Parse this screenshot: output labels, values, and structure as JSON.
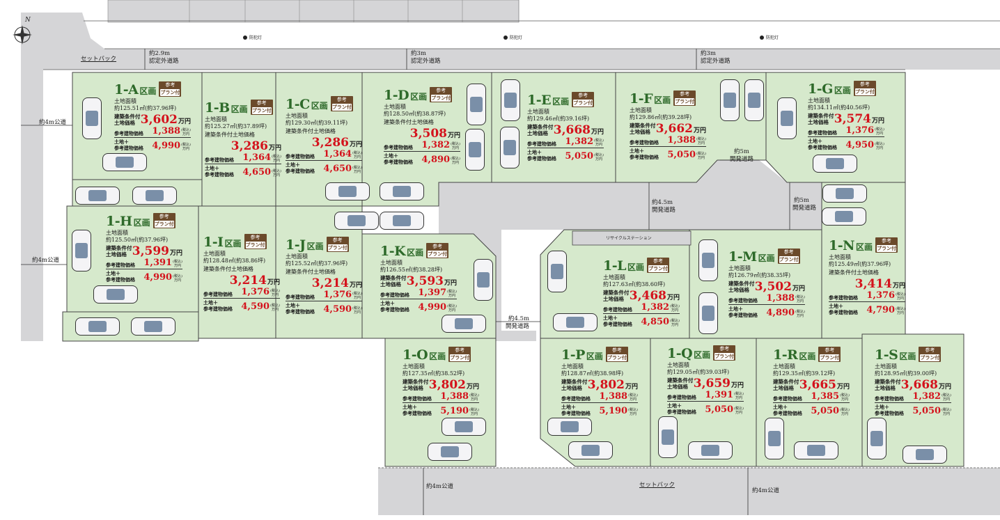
{
  "compass": {
    "label": "N"
  },
  "roads": {
    "west_road": "約4m公道",
    "south_road": "約4m公道",
    "setback": "セットバック",
    "north_road_a": [
      "約2.9m",
      "認定外道路"
    ],
    "north_road_b": [
      "約3m",
      "認定外道路"
    ],
    "development_road_45": [
      "約4.5m",
      "開発道路"
    ],
    "development_road_5": [
      "約5m",
      "開発道路"
    ],
    "street_light": "防犯灯",
    "recycle_station": "リサイクルステーション"
  },
  "common": {
    "suffix": "区画",
    "plan_badge": [
      "参考",
      "プラン付"
    ],
    "area_label": "土地面積",
    "land_price_label": [
      "建築条件付",
      "土地価格"
    ],
    "land_price_label_inline": "建築条件付土地価格",
    "building_price_label": "参考建物価格",
    "total_label": [
      "土地＋",
      "参考建物価格"
    ],
    "unit": "万円",
    "tax": [
      "(税込)",
      ""
    ]
  },
  "lots": [
    {
      "id": "1-A",
      "area": "約125.51㎡(約37.96坪)",
      "land_price": "3,602",
      "building_price": "1,388",
      "total_price": "4,990"
    },
    {
      "id": "1-B",
      "area": "約125.27㎡(約37.89坪)",
      "land_price": "3,286",
      "building_price": "1,364",
      "total_price": "4,650"
    },
    {
      "id": "1-C",
      "area": "約129.30㎡(約39.11坪)",
      "land_price": "3,286",
      "building_price": "1,364",
      "total_price": "4,650"
    },
    {
      "id": "1-D",
      "area": "約128.50㎡(約38.87坪)",
      "land_price": "3,508",
      "building_price": "1,382",
      "total_price": "4,890"
    },
    {
      "id": "1-E",
      "area": "約129.46㎡(約39.16坪)",
      "land_price": "3,668",
      "building_price": "1,382",
      "total_price": "5,050"
    },
    {
      "id": "1-F",
      "area": "約129.86㎡(約39.28坪)",
      "land_price": "3,662",
      "building_price": "1,388",
      "total_price": "5,050"
    },
    {
      "id": "1-G",
      "area": "約134.11㎡(約40.56坪)",
      "land_price": "3,574",
      "building_price": "1,376",
      "total_price": "4,950"
    },
    {
      "id": "1-H",
      "area": "約125.50㎡(約37.96坪)",
      "land_price": "3,599",
      "building_price": "1,391",
      "total_price": "4,990"
    },
    {
      "id": "1-I",
      "area": "約128.48㎡(約38.86坪)",
      "land_price": "3,214",
      "building_price": "1,376",
      "total_price": "4,590"
    },
    {
      "id": "1-J",
      "area": "約125.52㎡(約37.96坪)",
      "land_price": "3,214",
      "building_price": "1,376",
      "total_price": "4,590"
    },
    {
      "id": "1-K",
      "area": "約126.55㎡(約38.28坪)",
      "land_price": "3,593",
      "building_price": "1,397",
      "total_price": "4,990"
    },
    {
      "id": "1-L",
      "area": "約127.63㎡(約38.60坪)",
      "land_price": "3,468",
      "building_price": "1,382",
      "total_price": "4,850"
    },
    {
      "id": "1-M",
      "area": "約126.79㎡(約38.35坪)",
      "land_price": "3,502",
      "building_price": "1,388",
      "total_price": "4,890"
    },
    {
      "id": "1-N",
      "area": "約125.49㎡(約37.96坪)",
      "land_price": "3,414",
      "building_price": "1,376",
      "total_price": "4,790"
    },
    {
      "id": "1-O",
      "area": "約127.35㎡(約38.52坪)",
      "land_price": "3,802",
      "building_price": "1,388",
      "total_price": "5,190"
    },
    {
      "id": "1-P",
      "area": "約128.87㎡(約38.98坪)",
      "land_price": "3,802",
      "building_price": "1,388",
      "total_price": "5,190"
    },
    {
      "id": "1-Q",
      "area": "約129.05㎡(約39.03坪)",
      "land_price": "3,659",
      "building_price": "1,391",
      "total_price": "5,050"
    },
    {
      "id": "1-R",
      "area": "約129.35㎡(約39.12坪)",
      "land_price": "3,665",
      "building_price": "1,385",
      "total_price": "5,050"
    },
    {
      "id": "1-S",
      "area": "約128.95㎡(約39.00坪)",
      "land_price": "3,668",
      "building_price": "1,382",
      "total_price": "5,050"
    }
  ],
  "colors": {
    "lot_fill": "#d6e9cc",
    "road": "#d5d5d7",
    "price_red": "#d4121c",
    "lot_title": "#2e6a2a",
    "badge": "#6b4a2b"
  }
}
